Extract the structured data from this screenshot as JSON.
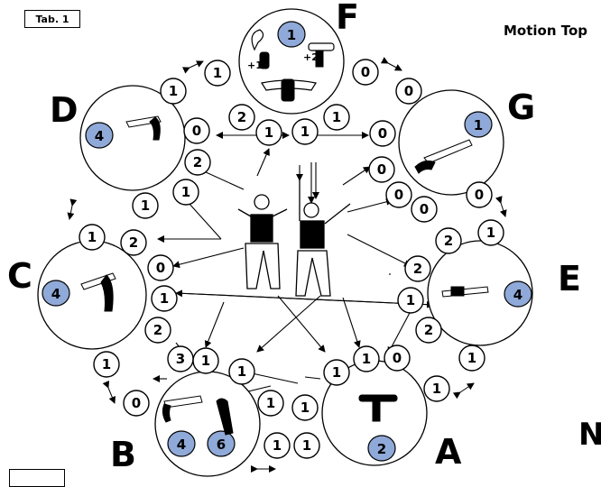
{
  "tab_label": "Tab. 1",
  "title": "Motion Top",
  "corner_letter": "N",
  "groups": [
    {
      "id": "F",
      "count": "1"
    },
    {
      "id": "G",
      "count": "1"
    },
    {
      "id": "E",
      "count": "4"
    },
    {
      "id": "A",
      "count": "2"
    },
    {
      "id": "B",
      "count_1": "4",
      "count_2": "6"
    },
    {
      "id": "C",
      "count": "4"
    },
    {
      "id": "D",
      "count": "4"
    }
  ],
  "f_scores": [
    "+1",
    "+2"
  ],
  "nodes": [
    "1",
    "1",
    "0",
    "0",
    "2",
    "1",
    "1",
    "1",
    "0",
    "0",
    "0",
    "2",
    "1",
    "1",
    "0",
    "0",
    "0",
    "1",
    "2",
    "2",
    "1",
    "0",
    "2",
    "1",
    "2",
    "1",
    "2",
    "0",
    "1",
    "1",
    "3",
    "1",
    "1",
    "1",
    "1",
    "1",
    "0",
    "1",
    "1",
    "1"
  ]
}
